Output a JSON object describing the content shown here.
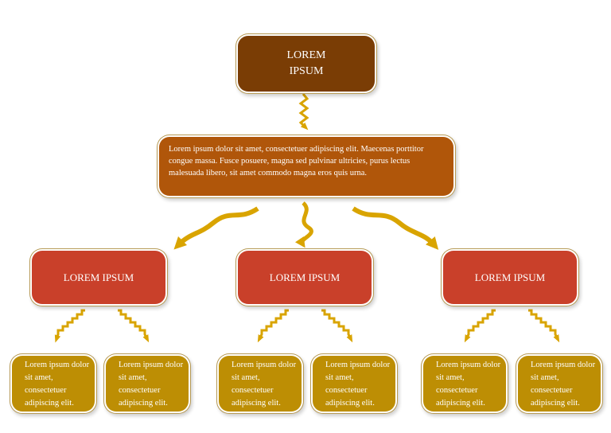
{
  "colors": {
    "top": "#7a3d05",
    "middle": "#b0560a",
    "level2": "#c9402a",
    "leaf": "#bd8e04",
    "arrow": "#d9a400"
  },
  "top_box": {
    "label": "LOREM IPSUM"
  },
  "middle_box": {
    "text": "Lorem ipsum dolor sit amet, consectetuer adipiscing elit. Maecenas porttitor congue massa. Fusce posuere, magna sed pulvinar ultricies, purus lectus malesuada libero, sit amet commodo magna eros quis urna."
  },
  "level2_boxes": [
    {
      "label": "LOREM IPSUM"
    },
    {
      "label": "LOREM IPSUM"
    },
    {
      "label": "LOREM IPSUM"
    }
  ],
  "leaf_boxes": [
    {
      "text": "Lorem ipsum dolor sit amet, consectetuer adipiscing elit."
    },
    {
      "text": "Lorem ipsum dolor sit amet, consectetuer adipiscing elit."
    },
    {
      "text": "Lorem ipsum dolor sit amet, consectetuer adipiscing elit."
    },
    {
      "text": "Lorem ipsum dolor sit amet, consectetuer adipiscing elit."
    },
    {
      "text": "Lorem ipsum dolor sit amet, consectetuer adipiscing elit."
    },
    {
      "text": "Lorem ipsum dolor sit amet, consectetuer adipiscing elit."
    }
  ]
}
